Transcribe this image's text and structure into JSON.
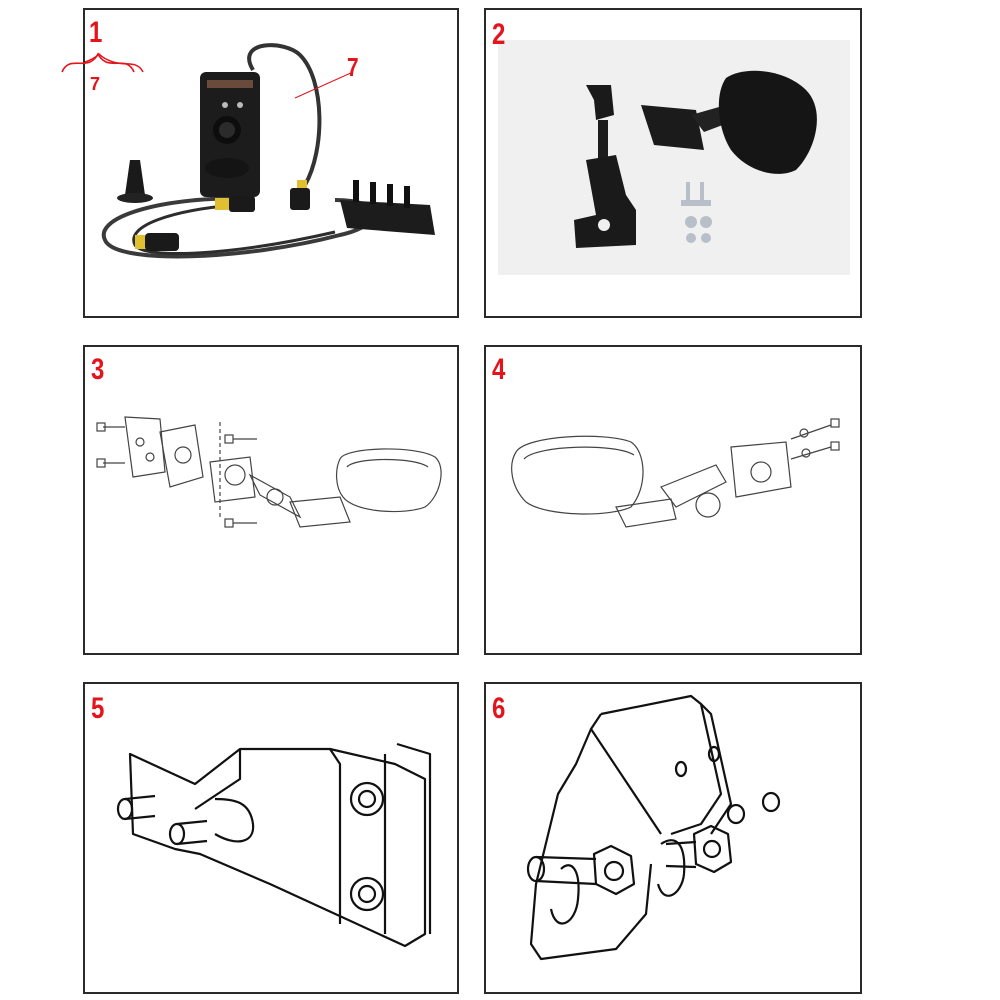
{
  "panels": [
    {
      "number": "1",
      "callout": "7",
      "brace_label": "7"
    },
    {
      "number": "2"
    },
    {
      "number": "3"
    },
    {
      "number": "4"
    },
    {
      "number": "5"
    },
    {
      "number": "6"
    }
  ],
  "colors": {
    "number_red": "#e3141b",
    "frame": "#2a2a2a"
  }
}
